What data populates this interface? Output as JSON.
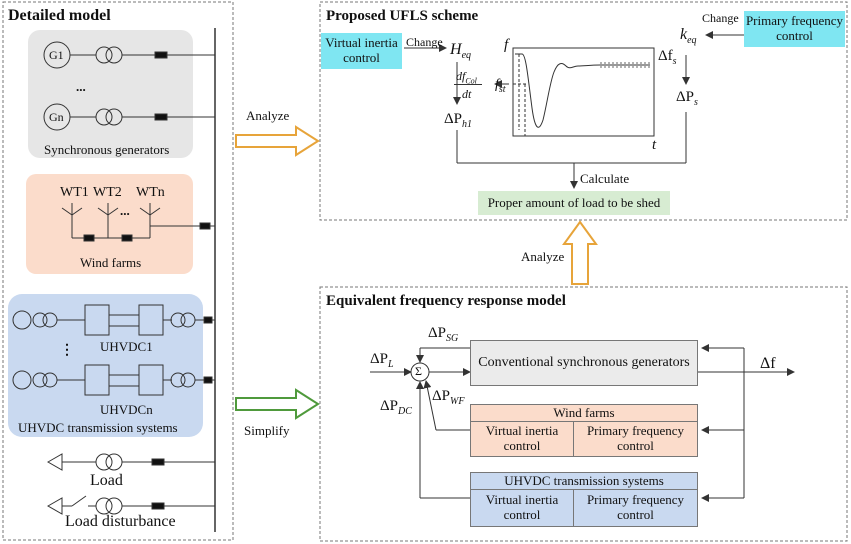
{
  "left_panel": {
    "title": "Detailed model",
    "sync_gen": {
      "g1": "G1",
      "dots": "...",
      "gn": "Gn",
      "label": "Synchronous generators"
    },
    "wind": {
      "wt1": "WT1",
      "wt2": "WT2",
      "dots": "...",
      "wtn": "WTn",
      "label": "Wind farms"
    },
    "uhvdc": {
      "u1": "UHVDC1",
      "vdots": "⋮",
      "un": "UHVDCn",
      "label": "UHVDC transmission systems"
    },
    "load": "Load",
    "load_disturbance": "Load disturbance"
  },
  "arrows": {
    "analyze_right": "Analyze",
    "simplify": "Simplify",
    "analyze_up": "Analyze"
  },
  "ufls": {
    "title": "Proposed UFLS scheme",
    "virtual_inertia": "Virtual inertia control",
    "change_left": "Change",
    "heq": "H",
    "heq_sub": "eq",
    "dfcol_num": "df",
    "dfcol_sub": "Col",
    "dfcol_den": "dt",
    "fst": "f",
    "fst_sub": "st",
    "dph": "ΔP",
    "dph_sub": "h1",
    "f_label": "f",
    "t_label": "t",
    "dfs": "Δf",
    "dfs_sub": "s",
    "keq": "k",
    "keq_sub": "eq",
    "change_right": "Change",
    "primary_freq": "Primary frequency control",
    "dps": "ΔP",
    "dps_sub": "s",
    "calculate": "Calculate",
    "result": "Proper amount of load to be shed"
  },
  "efr": {
    "title": "Equivalent frequency response model",
    "dpsg": "ΔP",
    "dpsg_sub": "SG",
    "dpl": "ΔP",
    "dpl_sub": "L",
    "sigma": "Σ",
    "dpwf": "ΔP",
    "dpwf_sub": "WF",
    "dpdc": "ΔP",
    "dpdc_sub": "DC",
    "df_out": "Δf",
    "conv_gen": "Conventional synchronous generators",
    "wind_title": "Wind farms",
    "wind_vi": "Virtual inertia control",
    "wind_pf": "Primary frequency control",
    "uhvdc_title": "UHVDC transmission systems",
    "uhvdc_vi": "Virtual inertia control",
    "uhvdc_pf": "Primary frequency control"
  },
  "colors": {
    "gray_panel": "#e6e6e6",
    "wind_panel": "#fbdccb",
    "uhvdc_panel": "#c9d9f0",
    "cyan_box": "#7fe6f2",
    "green_box": "#d7ecd2",
    "conv_box": "#ebebeb",
    "analyze_arrow": "#e7a43a",
    "simplify_arrow": "#4f9a3c"
  }
}
